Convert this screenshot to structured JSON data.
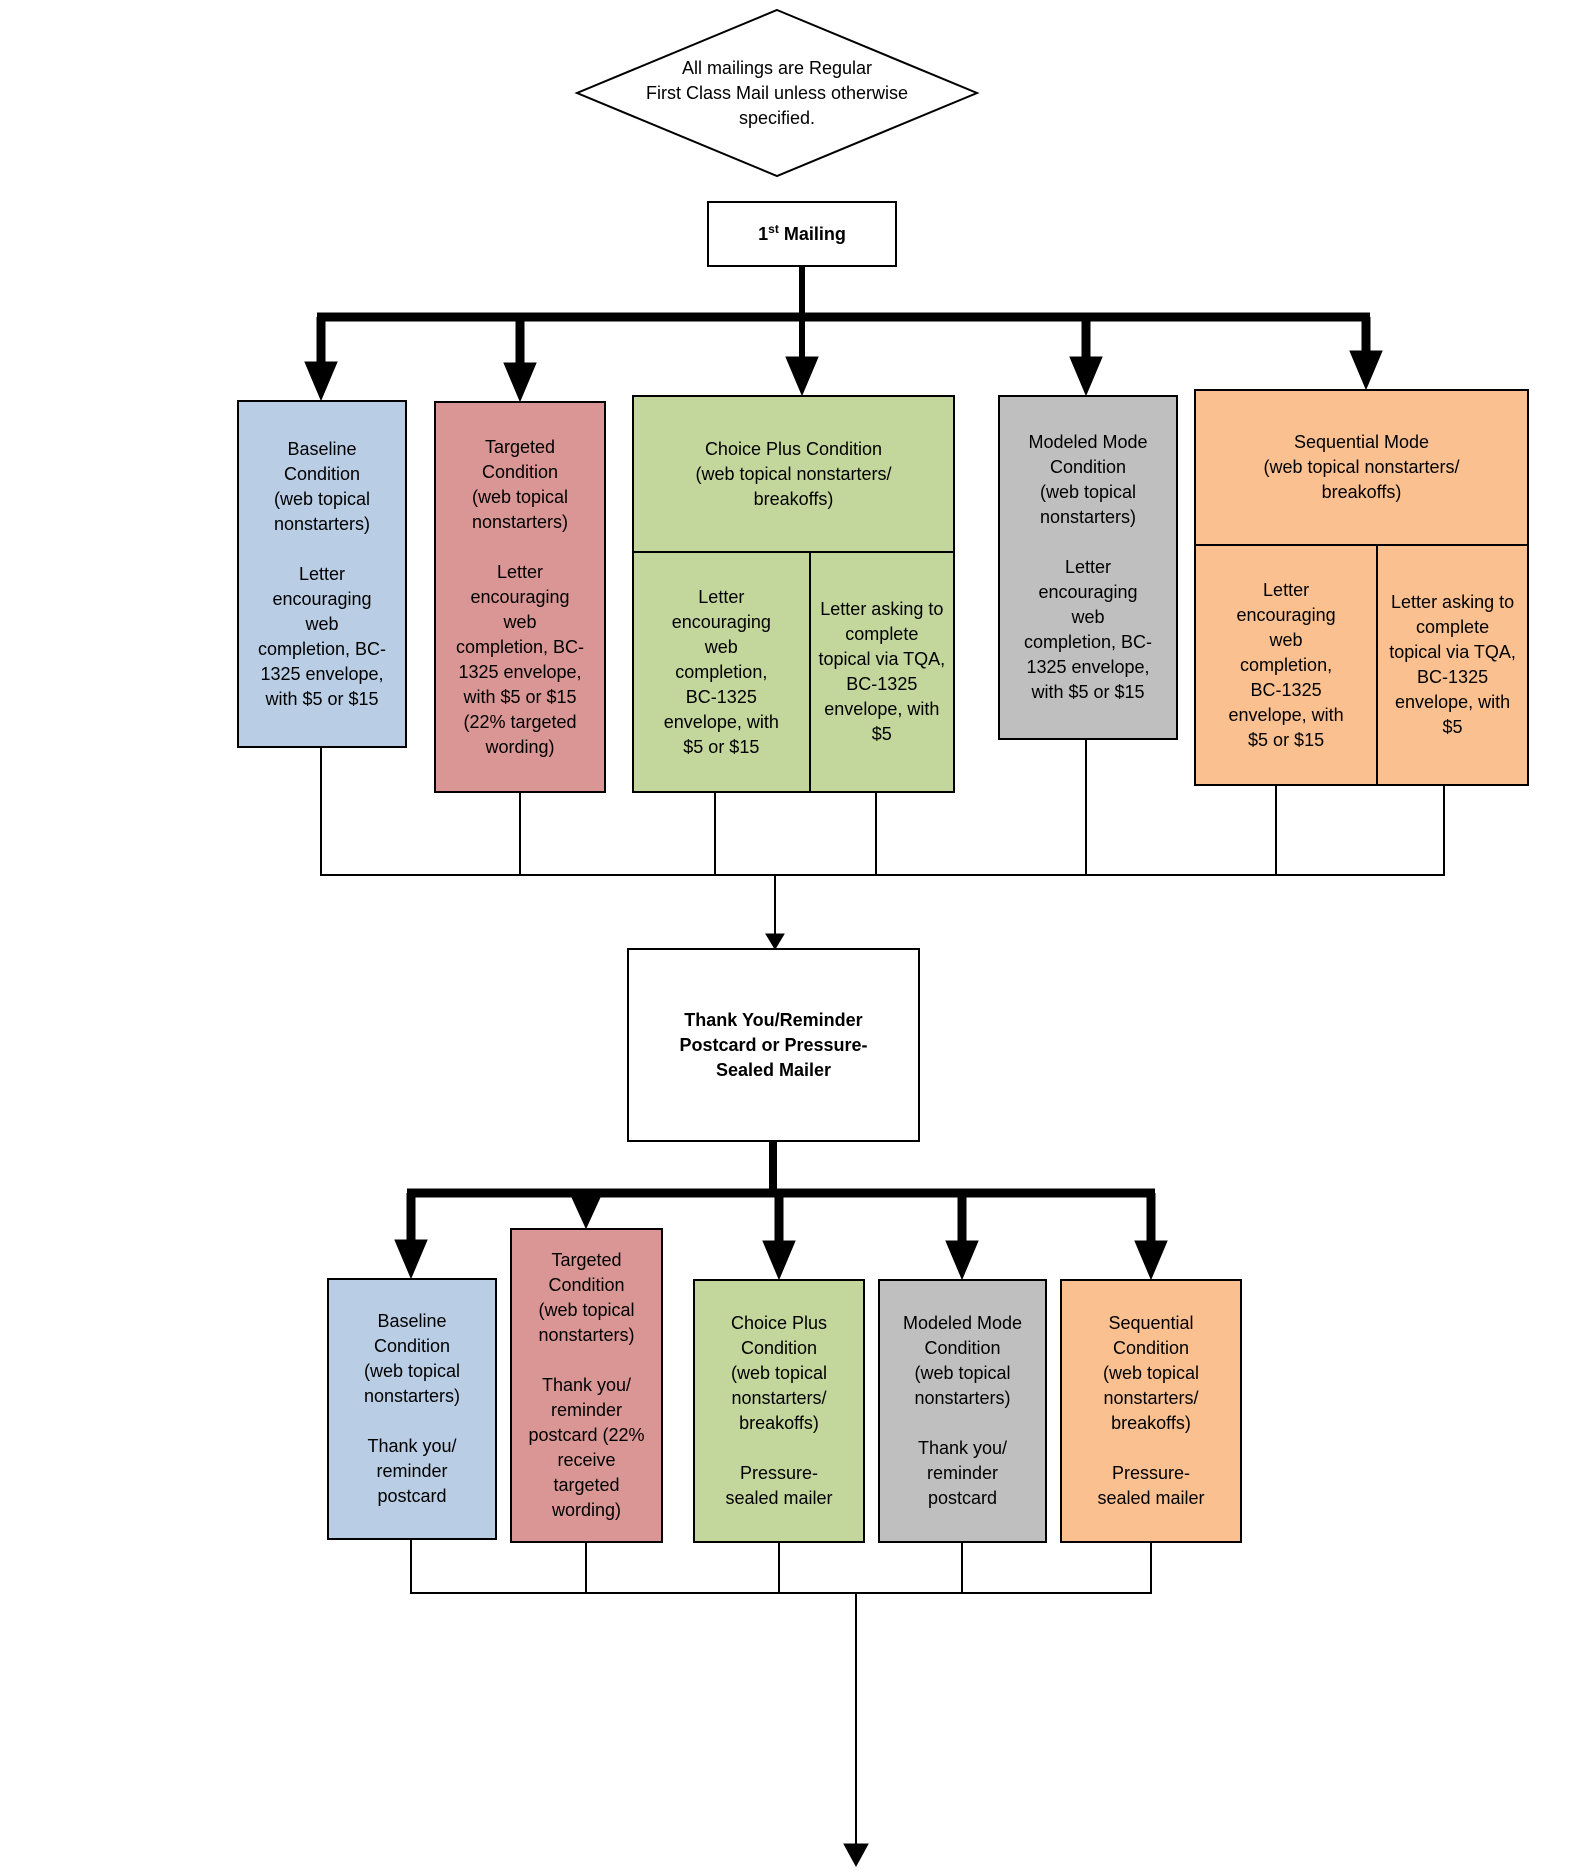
{
  "diamond": {
    "text": "All mailings are Regular\nFirst Class Mail unless otherwise\nspecified."
  },
  "first_mailing": {
    "number": "1",
    "ordinal": "st",
    "rest": " Mailing"
  },
  "row1": {
    "baseline": {
      "text": "Baseline\nCondition\n(web topical\nnonstarters)\n\nLetter\nencouraging\nweb\ncompletion, BC-\n1325 envelope,\nwith $5 or $15"
    },
    "targeted": {
      "text": "Targeted\nCondition\n(web topical\nnonstarters)\n\nLetter\nencouraging\nweb\ncompletion, BC-\n1325 envelope,\nwith $5 or $15\n(22% targeted\nwording)"
    },
    "choice_plus": {
      "header": "Choice Plus Condition\n(web topical nonstarters/\nbreakoffs)",
      "cell_left": "Letter\nencouraging\nweb\ncompletion,\nBC-1325\nenvelope, with\n$5 or $15",
      "cell_right": "Letter asking to\ncomplete\ntopical via TQA,\nBC-1325\nenvelope, with\n$5"
    },
    "modeled_mode": {
      "text": "Modeled Mode\nCondition\n(web topical\nnonstarters)\n\nLetter\nencouraging\nweb\ncompletion, BC-\n1325 envelope,\nwith $5 or $15"
    },
    "sequential_mode": {
      "header": "Sequential Mode\n(web topical nonstarters/\nbreakoffs)",
      "cell_left": "Letter\nencouraging\nweb\ncompletion,\nBC-1325\nenvelope, with\n$5 or $15",
      "cell_right": "Letter asking to\ncomplete\ntopical via TQA,\nBC-1325\nenvelope, with\n$5"
    }
  },
  "reminder": {
    "text": "Thank You/Reminder\nPostcard or Pressure-\nSealed Mailer"
  },
  "row2": {
    "baseline": {
      "text": "Baseline\nCondition\n(web topical\nnonstarters)\n\nThank you/\nreminder\npostcard"
    },
    "targeted": {
      "text": "Targeted\nCondition\n(web topical\nnonstarters)\n\nThank you/\nreminder\npostcard (22%\nreceive\ntargeted\nwording)"
    },
    "choice_plus": {
      "text": "Choice Plus\nCondition\n(web topical\nnonstarters/\nbreakoffs)\n\nPressure-\nsealed mailer"
    },
    "modeled_mode": {
      "text": "Modeled Mode\nCondition\n(web topical\nnonstarters)\n\nThank you/\nreminder\npostcard"
    },
    "sequential": {
      "text": "Sequential\nCondition\n(web topical\nnonstarters/\nbreakoffs)\n\nPressure-\nsealed mailer"
    }
  },
  "colors": {
    "baseline": "#b9cde5",
    "targeted": "#d99694",
    "choice_plus": "#c3d69b",
    "modeled_mode": "#bfbfbf",
    "sequential": "#fac090",
    "line": "#000000"
  }
}
